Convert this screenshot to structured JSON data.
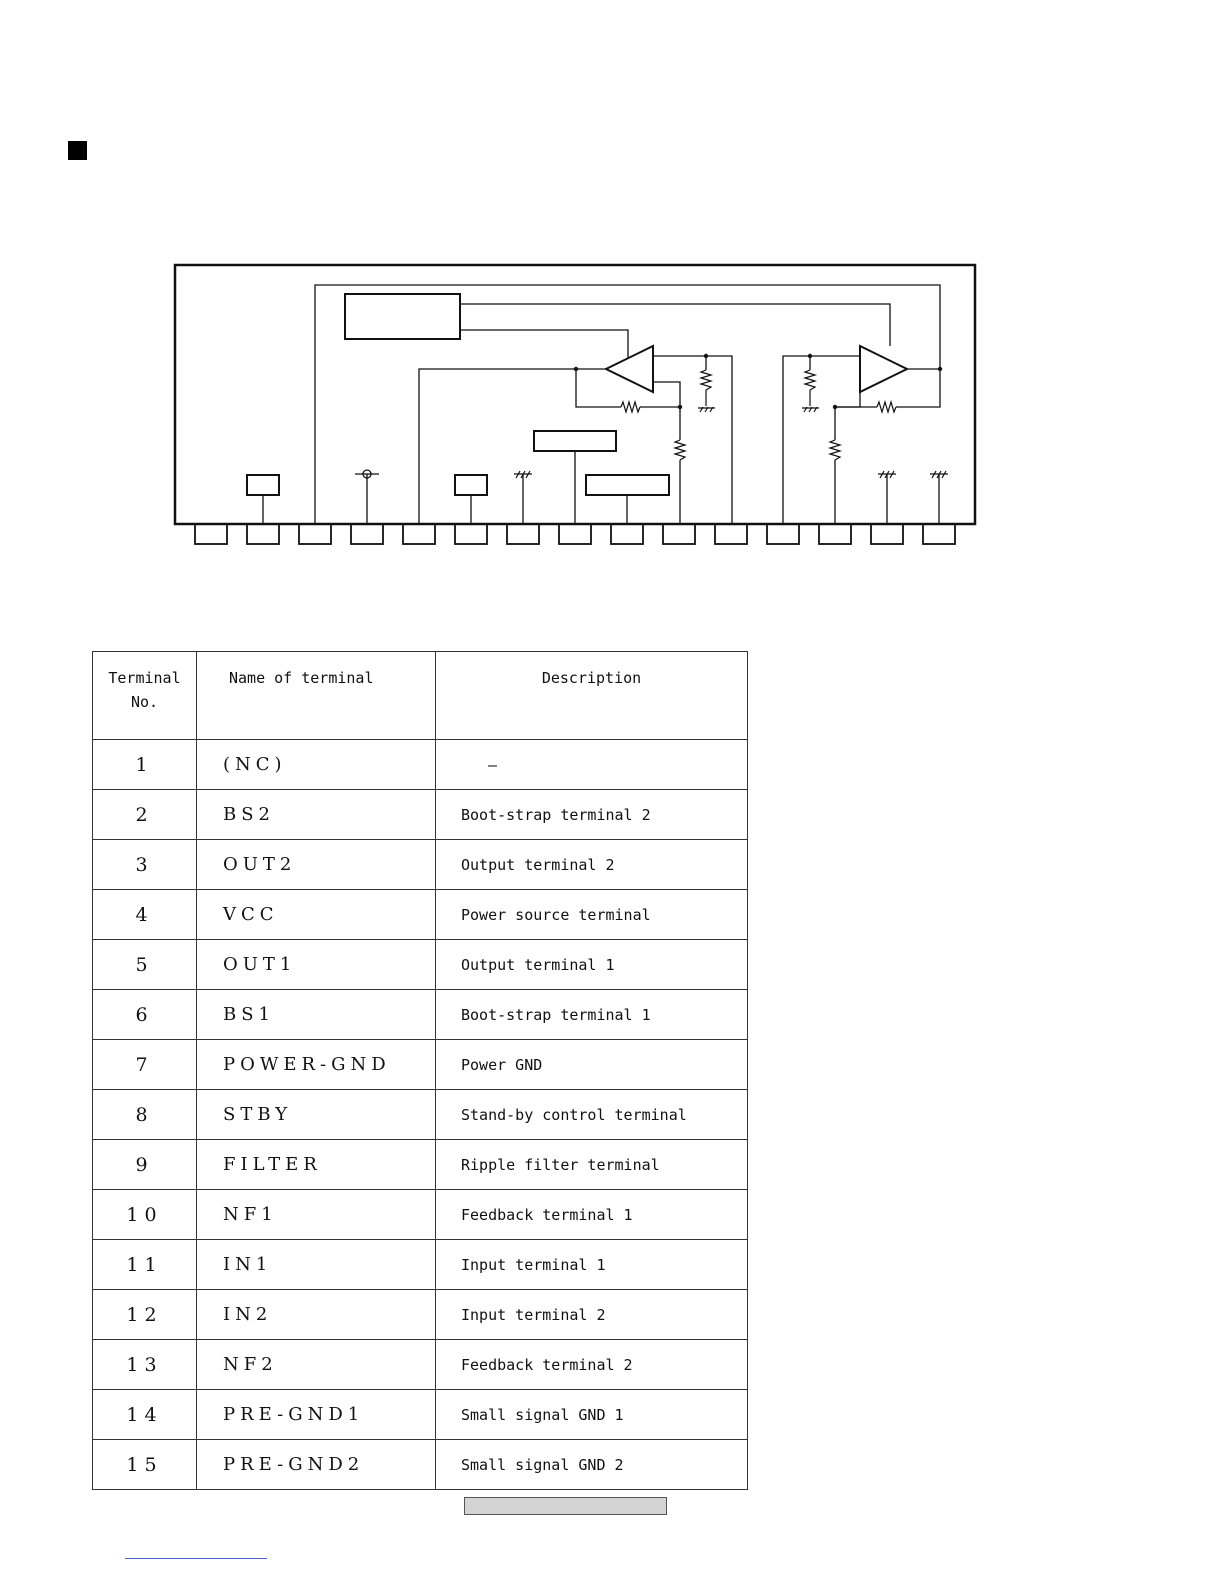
{
  "table": {
    "headers": {
      "terminal_no": "Terminal\nNo.",
      "name": "Name of terminal",
      "description": "Description"
    },
    "rows": [
      {
        "no": "1",
        "name": "(NC)",
        "description": "—"
      },
      {
        "no": "2",
        "name": "BS2",
        "description": "Boot-strap terminal 2"
      },
      {
        "no": "3",
        "name": "OUT2",
        "description": "Output terminal 2"
      },
      {
        "no": "4",
        "name": "VCC",
        "description": "Power source terminal"
      },
      {
        "no": "5",
        "name": "OUT1",
        "description": "Output terminal 1"
      },
      {
        "no": "6",
        "name": "BS1",
        "description": "Boot-strap terminal 1"
      },
      {
        "no": "7",
        "name": "POWER-GND",
        "description": "Power GND"
      },
      {
        "no": "8",
        "name": "STBY",
        "description": "Stand-by control terminal"
      },
      {
        "no": "9",
        "name": "FILTER",
        "description": "Ripple filter terminal"
      },
      {
        "no": "10",
        "name": "NF1",
        "description": "Feedback terminal 1"
      },
      {
        "no": "11",
        "name": "IN1",
        "description": "Input terminal 1"
      },
      {
        "no": "12",
        "name": "IN2",
        "description": "Input terminal 2"
      },
      {
        "no": "13",
        "name": "NF2",
        "description": "Feedback terminal 2"
      },
      {
        "no": "14",
        "name": "PRE-GND1",
        "description": "Small signal GND 1"
      },
      {
        "no": "15",
        "name": "PRE-GND2",
        "description": "Small signal GND 2"
      }
    ]
  }
}
